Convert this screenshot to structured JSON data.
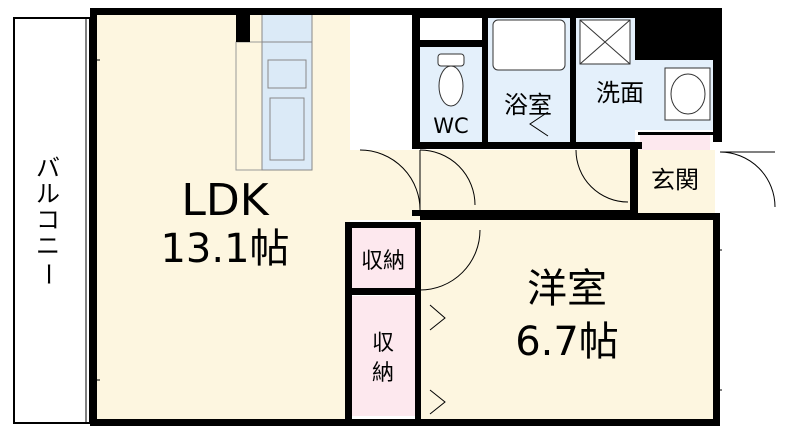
{
  "rooms": {
    "ldk": {
      "name": "LDK",
      "size": "13.1帖"
    },
    "western": {
      "name": "洋室",
      "size": "6.7帖"
    },
    "wc": {
      "name": "WC"
    },
    "bath": {
      "name": "浴室"
    },
    "washroom": {
      "name": "洗面"
    },
    "entrance": {
      "name": "玄関"
    },
    "storage_upper": {
      "name": "収納"
    },
    "storage_lower": {
      "line1": "収",
      "line2": "納"
    },
    "balcony": {
      "c1": "バ",
      "c2": "ル",
      "c3": "コ",
      "c4": "ニ",
      "c5": "ー"
    }
  },
  "colors": {
    "floor": "#fdf6e0",
    "storage": "#fde8ee",
    "wet": "#e4f0fb",
    "wall": "#000000",
    "balcony": "#ffffff"
  }
}
